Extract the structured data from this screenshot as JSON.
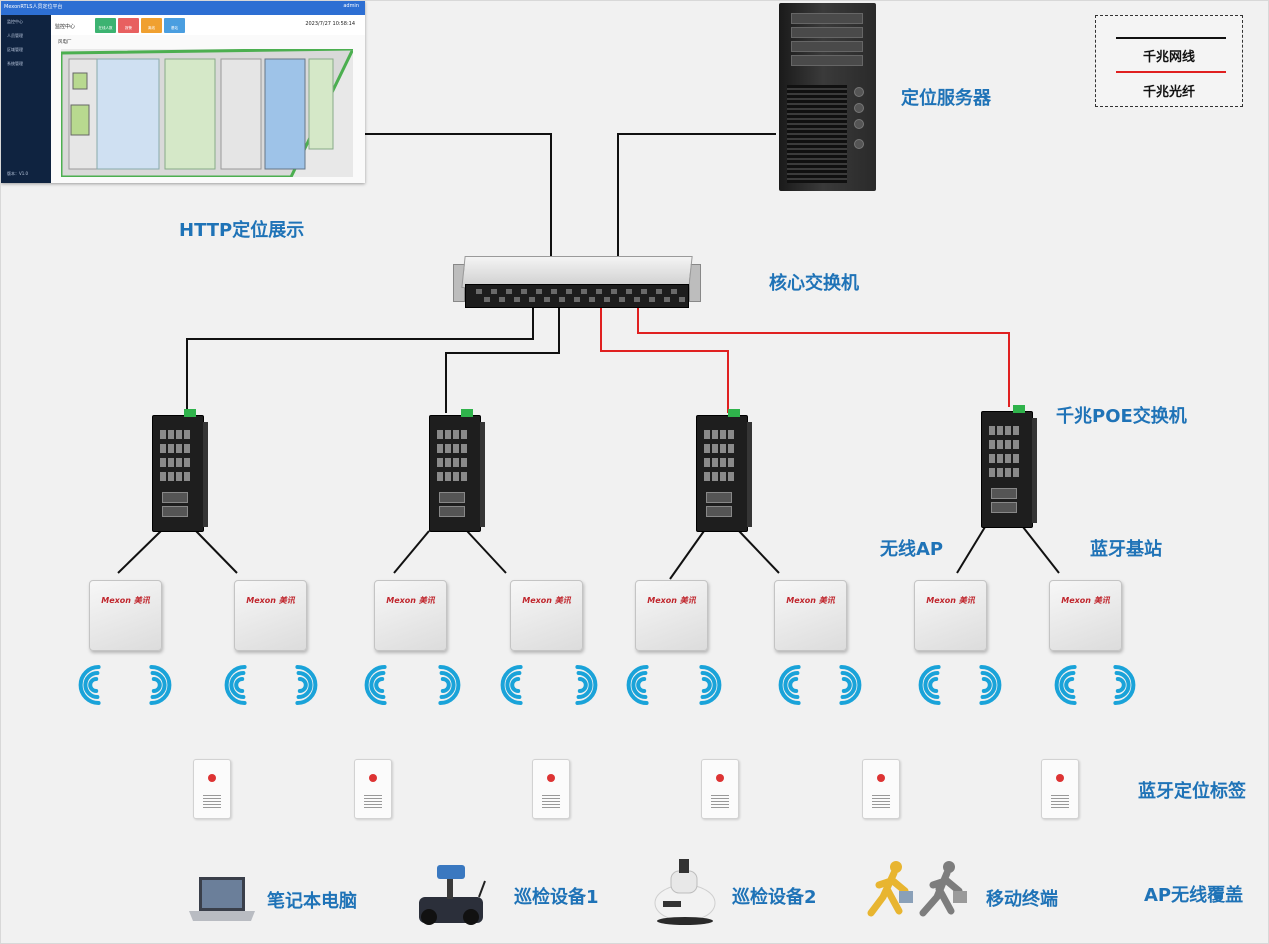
{
  "labels": {
    "http_display": "HTTP定位展示",
    "location_server": "定位服务器",
    "core_switch": "核心交换机",
    "poe_switch": "千兆POE交换机",
    "wireless_ap": "无线AP",
    "bluetooth_station": "蓝牙基站",
    "bluetooth_tag": "蓝牙定位标签",
    "ap_coverage": "AP无线覆盖",
    "laptop": "笔记本电脑",
    "inspection_1": "巡检设备1",
    "inspection_2": "巡检设备2",
    "mobile_terminal": "移动终端"
  },
  "legend": {
    "ethernet": "千兆网线",
    "fiber": "千兆光纤",
    "ethernet_color": "#111111",
    "fiber_color": "#e02020"
  },
  "ap_brand": "Mexon 美讯",
  "dashboard": {
    "title": "MexonRTLS人员定位平台",
    "user": "admin",
    "header": "监控中心",
    "time": "2023/7/27 10:58:14",
    "area": "风电厂",
    "menu": [
      "监控中心",
      "人员管理",
      "区域管理",
      "系统管理"
    ],
    "footer": "版本：V1.0",
    "pills": [
      {
        "label": "在线人数",
        "color": "#3cb371"
      },
      {
        "label": "报警",
        "color": "#e86060"
      },
      {
        "label": "离线",
        "color": "#f0a030"
      },
      {
        "label": "基站",
        "color": "#4a9ee0"
      }
    ]
  }
}
